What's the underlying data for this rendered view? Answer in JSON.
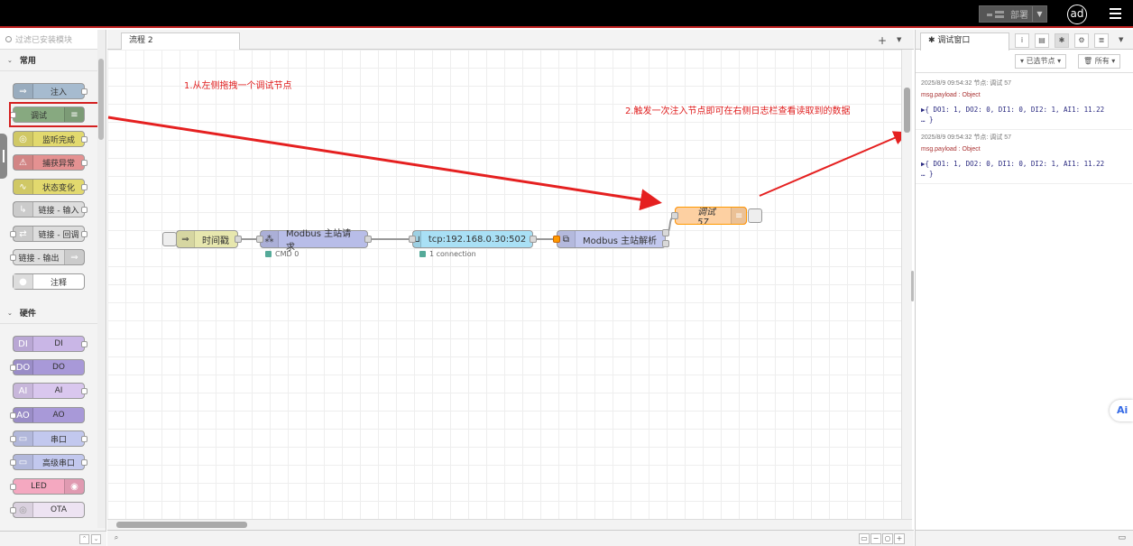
{
  "header": {
    "deploy_label": "部署",
    "avatar": "ad"
  },
  "palette": {
    "search_placeholder": "过滤已安装模块",
    "categories": [
      {
        "label": "常用",
        "nodes": [
          "注入",
          "调试",
          "监听完成",
          "捕获异常",
          "状态变化",
          "链接 - 输入",
          "链接 - 回调",
          "链接 - 输出",
          "注释"
        ]
      },
      {
        "label": "硬件",
        "nodes": [
          "DI",
          "DO",
          "AI",
          "AO",
          "串口",
          "高级串口",
          "LED",
          "OTA"
        ]
      }
    ]
  },
  "workspace": {
    "tab_label": "流程 2",
    "annotation_left": "1.从左侧拖拽一个调试节点",
    "annotation_right": "2.触发一次注入节点即可在右侧日志栏查看读取到的数据",
    "nodes": {
      "inject": "时间戳",
      "modbus_request": "Modbus 主站请求",
      "tcp": "tcp:192.168.0.30:502",
      "modbus_parse": "Modbus 主站解析",
      "debug": "调试 57"
    },
    "status": {
      "modbus_request": "CMD 0",
      "tcp": "1 connection"
    }
  },
  "sidebar": {
    "tab_label": "调试窗口",
    "filter_nodes": "已选节点",
    "filter_all": "所有",
    "messages": [
      {
        "meta": "2025/8/9 09:54:32    节点: 调试 57",
        "topic": "msg.payload : Object",
        "payload": "▶{ DO1: 1, DO2: 0, DI1: 0, DI2: 1, AI1: 11.22",
        "more": "… }"
      },
      {
        "meta": "2025/8/9 09:54:32    节点: 调试 57",
        "topic": "msg.payload : Object",
        "payload": "▶{ DO1: 1, DO2: 0, DI1: 0, DI2: 1, AI1: 11.22",
        "more": "… }"
      }
    ]
  },
  "colors": {
    "inject": "#a6bbcf",
    "debug": "#87a980",
    "function": "#fdd0a2",
    "warn": "#e7e7ae"
  }
}
